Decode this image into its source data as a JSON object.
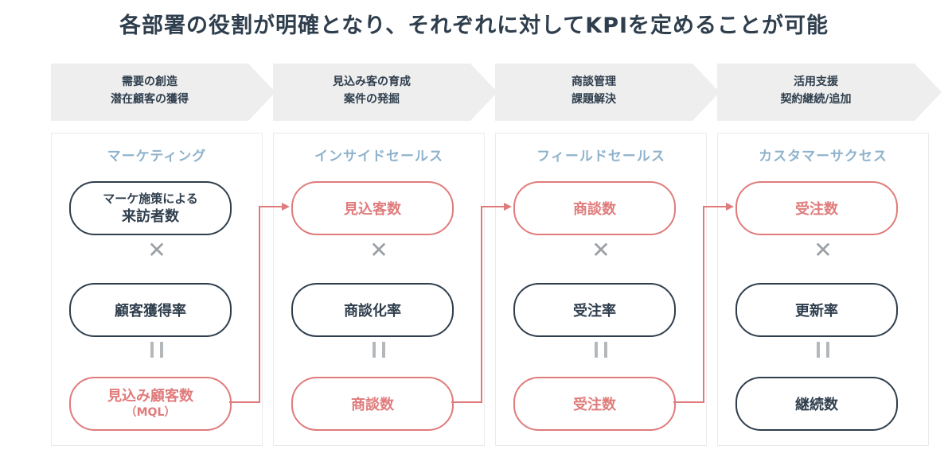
{
  "title": "各部署の役割が明確となり、それぞれに対してKPIを定めることが可能",
  "stages": [
    {
      "line1": "需要の創造",
      "line2": "潜在顧客の獲得"
    },
    {
      "line1": "見込み客の育成",
      "line2": "案件の発掘"
    },
    {
      "line1": "商談管理",
      "line2": "課題解決"
    },
    {
      "line1": "活用支援",
      "line2": "契約継続/追加"
    }
  ],
  "panels": [
    {
      "title": "マーケティング",
      "top": {
        "line1": "マーケ施策による",
        "line2": "来訪者数"
      },
      "middle": "顧客獲得率",
      "bottom": {
        "line1": "見込み顧客数",
        "line2": "（MQL）"
      }
    },
    {
      "title": "インサイドセールス",
      "top": "見込客数",
      "middle": "商談化率",
      "bottom": "商談数"
    },
    {
      "title": "フィールドセールス",
      "top": "商談数",
      "middle": "受注率",
      "bottom": "受注数"
    },
    {
      "title": "カスタマーサクセス",
      "top": "受注数",
      "middle": "更新率",
      "bottom": "継続数"
    }
  ],
  "operators": {
    "times": "✕"
  },
  "colors": {
    "dark": "#2f3e4d",
    "accent": "#e07b7b",
    "panel_title": "#8fb3cc",
    "chevron": "#eeeeee"
  }
}
